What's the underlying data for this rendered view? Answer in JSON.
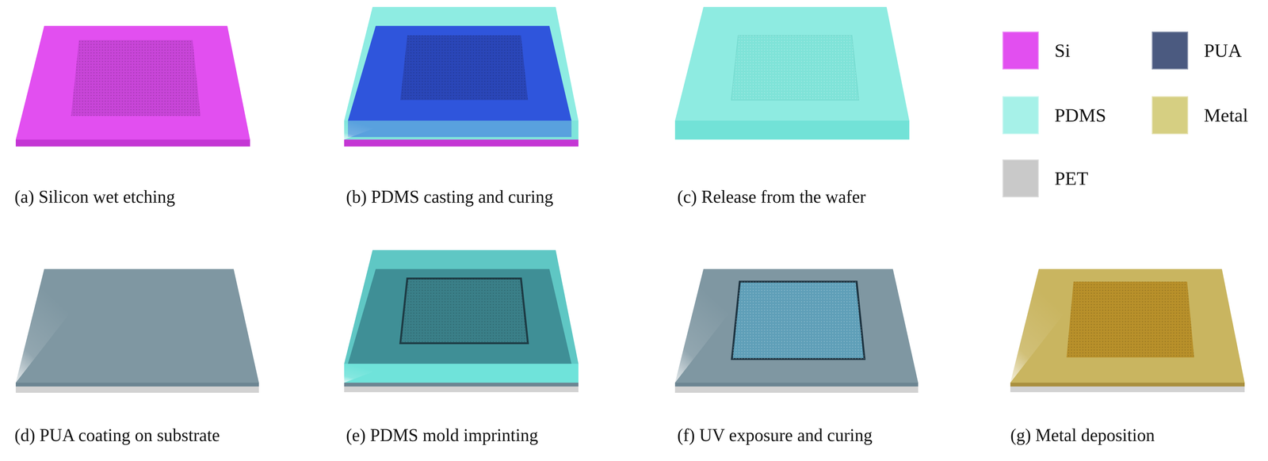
{
  "diagram": {
    "labels": [
      "(a) Silicon wet etching",
      "(b) PDMS casting and curing",
      "(c) Release from the wafer",
      "(d) PUA coating on substrate",
      "(e) PDMS mold imprinting",
      "(f) UV exposure and curing",
      "(g) Metal deposition"
    ],
    "legend": [
      {
        "text": "Si",
        "color": "#e24ff0"
      },
      {
        "text": "PUA",
        "color": "#4b5a80"
      },
      {
        "text": "PDMS",
        "color": "#a6f1e8"
      },
      {
        "text": "Metal",
        "color": "#d6cf82"
      },
      {
        "text": "PET",
        "color": "#c9c9c9"
      }
    ]
  }
}
